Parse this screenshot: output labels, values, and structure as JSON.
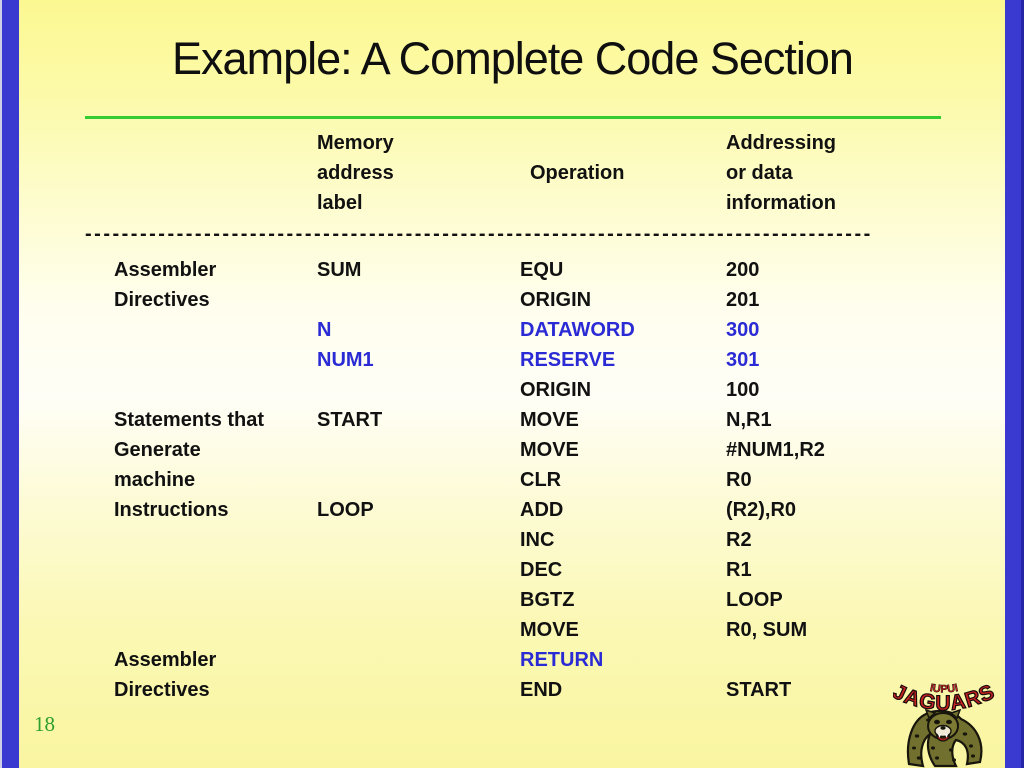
{
  "slide": {
    "title": "Example: A Complete Code Section",
    "page_number": "18"
  },
  "table": {
    "headers": {
      "memory": [
        "Memory",
        "address",
        "label"
      ],
      "operation": "Operation",
      "addressing": [
        "Addressing",
        "or data",
        "information"
      ]
    },
    "divider": "--------------------------------------------------------------------------------------",
    "rows": [
      {
        "cells": [
          "Assembler",
          "SUM",
          "EQU",
          "200"
        ],
        "blue": [
          false,
          false,
          false,
          false
        ]
      },
      {
        "cells": [
          "Directives",
          "",
          "ORIGIN",
          "201"
        ],
        "blue": [
          false,
          false,
          false,
          false
        ]
      },
      {
        "cells": [
          "",
          "N",
          "DATAWORD",
          "300"
        ],
        "blue": [
          false,
          true,
          true,
          true
        ]
      },
      {
        "cells": [
          "",
          "NUM1",
          "RESERVE",
          "301"
        ],
        "blue": [
          false,
          true,
          true,
          true
        ]
      },
      {
        "cells": [
          "",
          "",
          "ORIGIN",
          "100"
        ],
        "blue": [
          false,
          false,
          false,
          false
        ]
      },
      {
        "cells": [
          "Statements that",
          "START",
          "MOVE",
          "N,R1"
        ],
        "blue": [
          false,
          false,
          false,
          false
        ]
      },
      {
        "cells": [
          "Generate",
          "",
          "MOVE",
          "#NUM1,R2"
        ],
        "blue": [
          false,
          false,
          false,
          false
        ]
      },
      {
        "cells": [
          "machine",
          "",
          "CLR",
          "R0"
        ],
        "blue": [
          false,
          false,
          false,
          false
        ]
      },
      {
        "cells": [
          "Instructions",
          "LOOP",
          "ADD",
          "(R2),R0"
        ],
        "blue": [
          false,
          false,
          false,
          false
        ]
      },
      {
        "cells": [
          "",
          "",
          "INC",
          "R2"
        ],
        "blue": [
          false,
          false,
          false,
          false
        ]
      },
      {
        "cells": [
          "",
          "",
          "DEC",
          "R1"
        ],
        "blue": [
          false,
          false,
          false,
          false
        ]
      },
      {
        "cells": [
          "",
          "",
          "BGTZ",
          "LOOP"
        ],
        "blue": [
          false,
          false,
          false,
          false
        ]
      },
      {
        "cells": [
          "",
          "",
          "MOVE",
          "R0, SUM"
        ],
        "blue": [
          false,
          false,
          false,
          false
        ]
      },
      {
        "cells": [
          "Assembler",
          "",
          "RETURN",
          ""
        ],
        "blue": [
          false,
          false,
          true,
          false
        ]
      },
      {
        "cells": [
          "Directives",
          "",
          "END",
          "START"
        ],
        "blue": [
          false,
          false,
          false,
          false
        ]
      }
    ]
  },
  "logo": {
    "school": "IUPUI",
    "team": "JAGUARS"
  },
  "colors": {
    "code_blue": "#2b2bd5",
    "text_black": "#111111",
    "rule_green": "#33cc33",
    "page_number_green": "#2e9e2e",
    "border_blue": "#3a3ad0",
    "logo_red": "#c42222",
    "background_yellow": "#fbf892"
  }
}
